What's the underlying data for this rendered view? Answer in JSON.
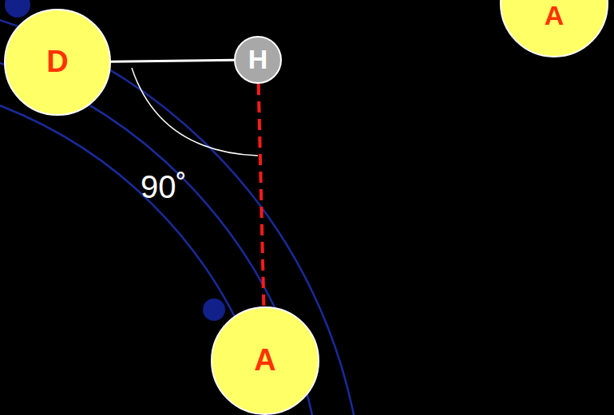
{
  "diagram": {
    "nodes": [
      {
        "text": [
          "D"
        ]
      },
      {
        "text": [
          "H"
        ]
      },
      {
        "text": [
          "A"
        ]
      },
      {
        "text": [
          "A"
        ]
      }
    ],
    "edges": [
      {
        "from": 0,
        "to": 1,
        "arrow": "none"
      },
      {
        "from": 1,
        "to": 3,
        "arrow": "none"
      }
    ],
    "labels": [
      "90˚"
    ]
  }
}
